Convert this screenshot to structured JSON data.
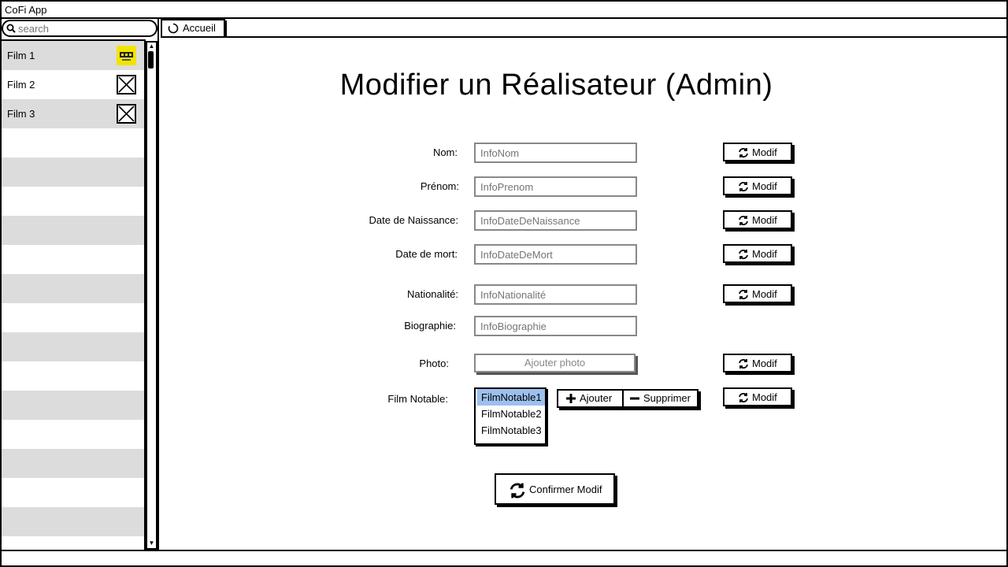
{
  "app": {
    "title": "CoFi App"
  },
  "sidebar": {
    "search_placeholder": "search",
    "items": [
      {
        "label": "Film 1",
        "thumbnail": "film-poster-icon"
      },
      {
        "label": "Film 2",
        "thumbnail": "image-placeholder-icon"
      },
      {
        "label": "Film 3",
        "thumbnail": "image-placeholder-icon"
      }
    ]
  },
  "tab": {
    "label": "Accueil",
    "icon": "home-icon"
  },
  "page": {
    "title": "Modifier un Réalisateur (Admin)"
  },
  "form": {
    "nom": {
      "label": "Nom:",
      "placeholder": "InfoNom",
      "button": "Modif"
    },
    "prenom": {
      "label": "Prénom:",
      "placeholder": "InfoPrenom",
      "button": "Modif"
    },
    "date_naissance": {
      "label": "Date de Naissance:",
      "placeholder": "InfoDateDeNaissance",
      "button": "Modif"
    },
    "date_mort": {
      "label": "Date de mort:",
      "placeholder": "InfoDateDeMort",
      "button": "Modif"
    },
    "nationalite": {
      "label": "Nationalité:",
      "placeholder": "InfoNationalité",
      "button": "Modif"
    },
    "biographie": {
      "label": "Biographie:",
      "placeholder": "InfoBiographie"
    },
    "photo": {
      "label": "Photo:",
      "button_label": "Ajouter photo",
      "button": "Modif"
    },
    "film_notable": {
      "label": "Film Notable:",
      "options": [
        "FilmNotable1",
        "FilmNotable2",
        "FilmNotable3"
      ],
      "selected": "FilmNotable1",
      "add_label": "Ajouter",
      "remove_label": "Supprimer",
      "button": "Modif"
    }
  },
  "confirm_label": "Confirmer Modif",
  "colors": {
    "selection": "#9cc0ee",
    "stripe": "#dcdcdc",
    "placeholder": "#888888"
  }
}
